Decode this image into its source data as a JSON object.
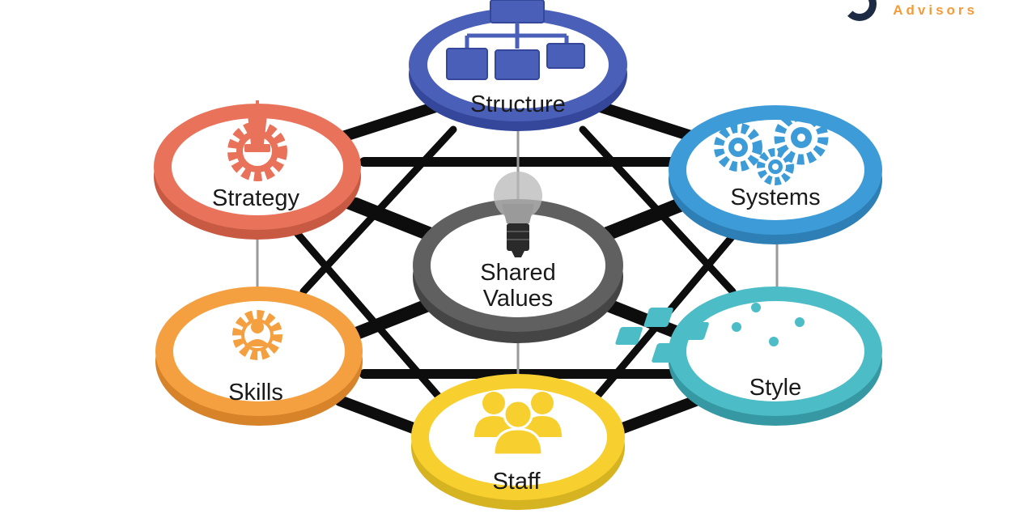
{
  "brand": {
    "text": "Advisors",
    "mark_color": "#1d2a44",
    "text_color": "#f39a3b"
  },
  "nodes": {
    "structure": {
      "label": "Structure",
      "color": "#4a5fb8",
      "icon": "org-chart-icon"
    },
    "strategy": {
      "label": "Strategy",
      "color": "#e8735a",
      "icon": "chess-gear-icon"
    },
    "systems": {
      "label": "Systems",
      "color": "#3d9cd8",
      "icon": "gears-icon"
    },
    "shared_values": {
      "label_line1": "Shared",
      "label_line2": "Values",
      "color": "#606060",
      "icon": "lightbulb-icon"
    },
    "skills": {
      "label": "Skills",
      "color": "#f5a040",
      "icon": "person-gear-icon"
    },
    "style": {
      "label": "Style",
      "color": "#4cbcc7",
      "icon": "puzzle-icon"
    },
    "staff": {
      "label": "Staff",
      "color": "#f7d030",
      "icon": "people-icon"
    }
  }
}
